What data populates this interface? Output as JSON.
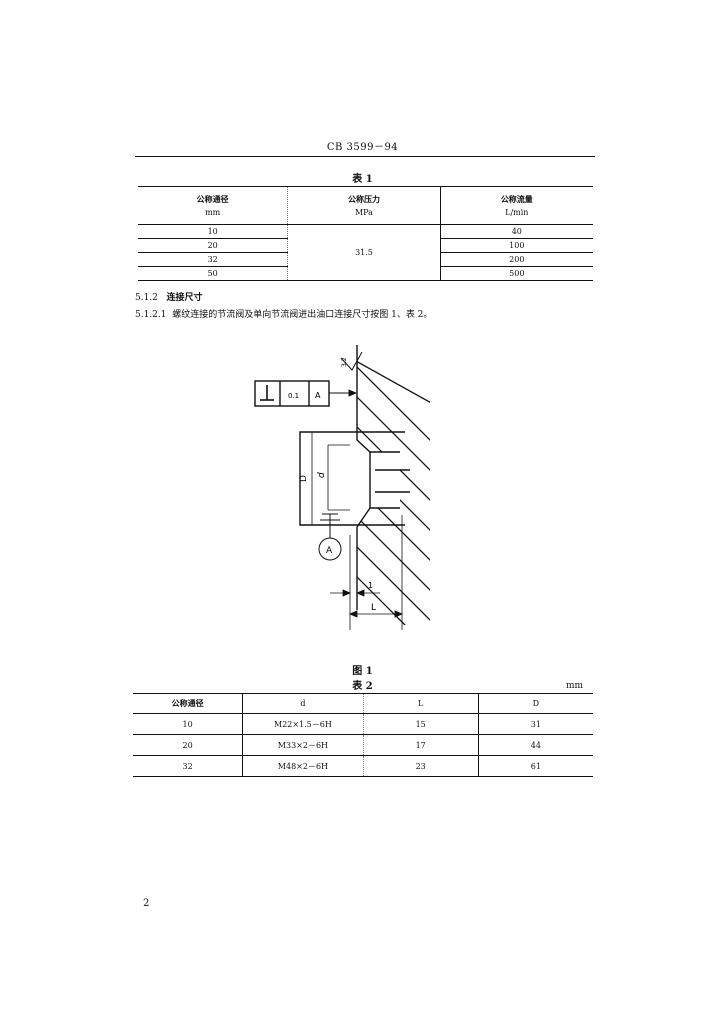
{
  "header": {
    "standard_no": "CB 3599－94"
  },
  "table1": {
    "caption": "表 1",
    "headers": [
      {
        "name": "公称通径",
        "unit": "mm"
      },
      {
        "name": "公称压力",
        "unit": "MPa"
      },
      {
        "name": "公称流量",
        "unit": "L/min"
      }
    ],
    "rows": [
      {
        "diameter": "10",
        "flow": "40"
      },
      {
        "diameter": "20",
        "flow": "100"
      },
      {
        "diameter": "32",
        "flow": "200"
      },
      {
        "diameter": "50",
        "flow": "500"
      }
    ],
    "pressure": "31.5"
  },
  "section": {
    "heading_no": "5.1.2",
    "heading_text": "连接尺寸",
    "para_no": "5.1.2.1",
    "para_text": "螺纹连接的节流阀及单向节流阀进出油口连接尺寸按图 1、表 2。"
  },
  "figure": {
    "caption": "图 1",
    "tolerance_value": "0.1",
    "datum_ref": "A",
    "datum_circle": "A",
    "roughness": "3.2",
    "dim_D": "D",
    "dim_d": "d",
    "dim_1": "1",
    "dim_L": "L"
  },
  "table2": {
    "caption": "表 2",
    "unit": "mm",
    "headers": [
      "公称通径",
      "d",
      "L",
      "D"
    ],
    "rows": [
      [
        "10",
        "M22×1.5－6H",
        "15",
        "31"
      ],
      [
        "20",
        "M33×2－6H",
        "17",
        "44"
      ],
      [
        "32",
        "M48×2－6H",
        "23",
        "61"
      ]
    ]
  },
  "page_number": "2"
}
